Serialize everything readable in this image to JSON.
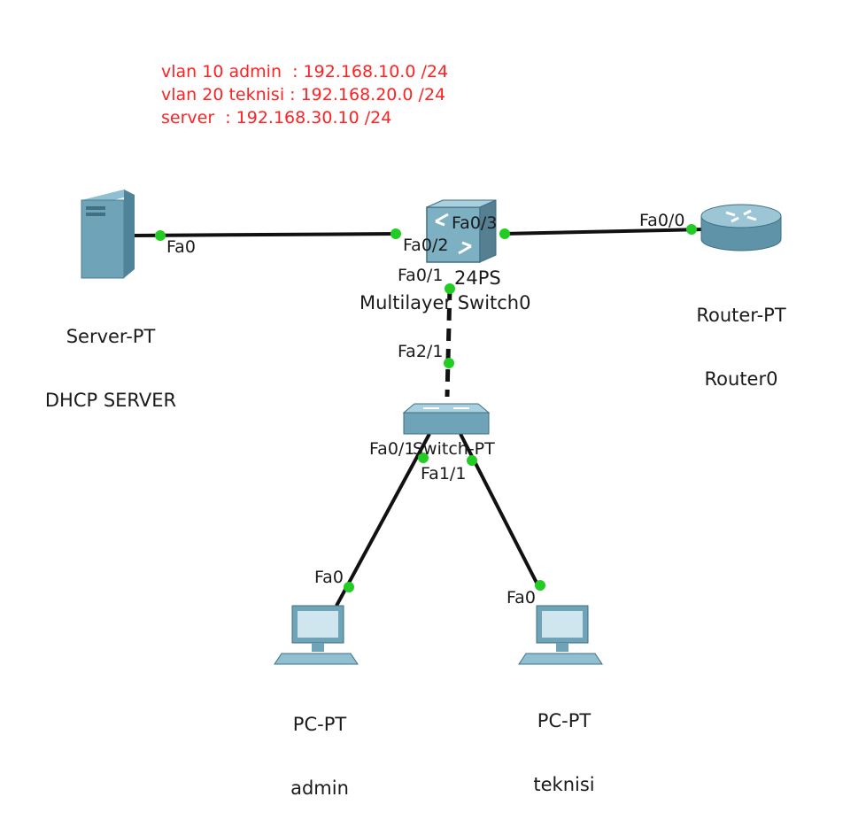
{
  "notes": [
    "vlan 10 admin  : 192.168.10.0 /24",
    "vlan 20 teknisi : 192.168.20.0 /24",
    "server  : 192.168.30.10 /24"
  ],
  "devices": {
    "server": {
      "type": "Server-PT",
      "name": "DHCP SERVER"
    },
    "multilayer_switch": {
      "type_fragment": "24PS",
      "name": "Multilayer Switch0"
    },
    "router": {
      "type": "Router-PT",
      "name": "Router0"
    },
    "switch": {
      "label": "Switch-PT"
    },
    "pc_admin": {
      "type": "PC-PT",
      "name": "admin"
    },
    "pc_teknisi": {
      "type": "PC-PT",
      "name": "teknisi"
    }
  },
  "ports": {
    "server_fa0": "Fa0",
    "mls_fa0_2": "Fa0/2",
    "mls_fa0_3": "Fa0/3",
    "router_fa0_0": "Fa0/0",
    "mls_fa0_1": "Fa0/1",
    "switch_fa2_1": "Fa2/1",
    "switch_fa0_1": "Fa0/1",
    "switch_fa1_1": "Fa1/1",
    "pc_admin_fa0": "Fa0",
    "pc_teknisi_fa0": "Fa0"
  },
  "colors": {
    "note_text": "#ff2222",
    "link_up": "#22cc22",
    "cable": "#111111",
    "device_body": "#6fa3b8"
  },
  "links": [
    {
      "from": "server",
      "to": "multilayer_switch",
      "style": "solid"
    },
    {
      "from": "multilayer_switch",
      "to": "router",
      "style": "solid"
    },
    {
      "from": "multilayer_switch",
      "to": "switch",
      "style": "dashed"
    },
    {
      "from": "switch",
      "to": "pc_admin",
      "style": "solid"
    },
    {
      "from": "switch",
      "to": "pc_teknisi",
      "style": "solid"
    }
  ]
}
